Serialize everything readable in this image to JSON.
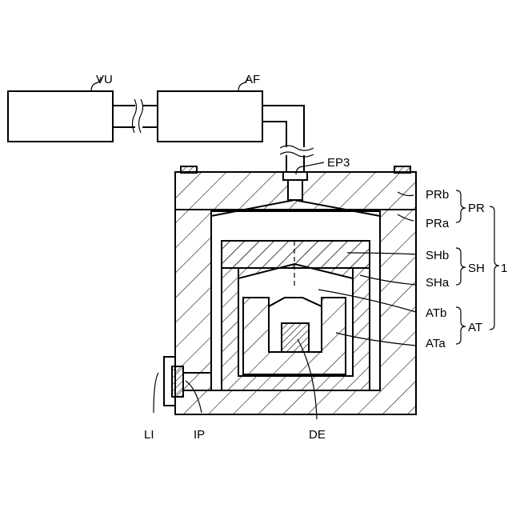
{
  "labels": {
    "vu": "VU",
    "af": "AF",
    "ep3": "EP3",
    "prb": "PRb",
    "pra": "PRa",
    "pr": "PR",
    "shb": "SHb",
    "sha": "SHa",
    "sh": "SH",
    "one": "1",
    "atb": "ATb",
    "ata": "ATa",
    "at": "AT",
    "li": "LI",
    "ip": "IP",
    "de": "DE"
  }
}
